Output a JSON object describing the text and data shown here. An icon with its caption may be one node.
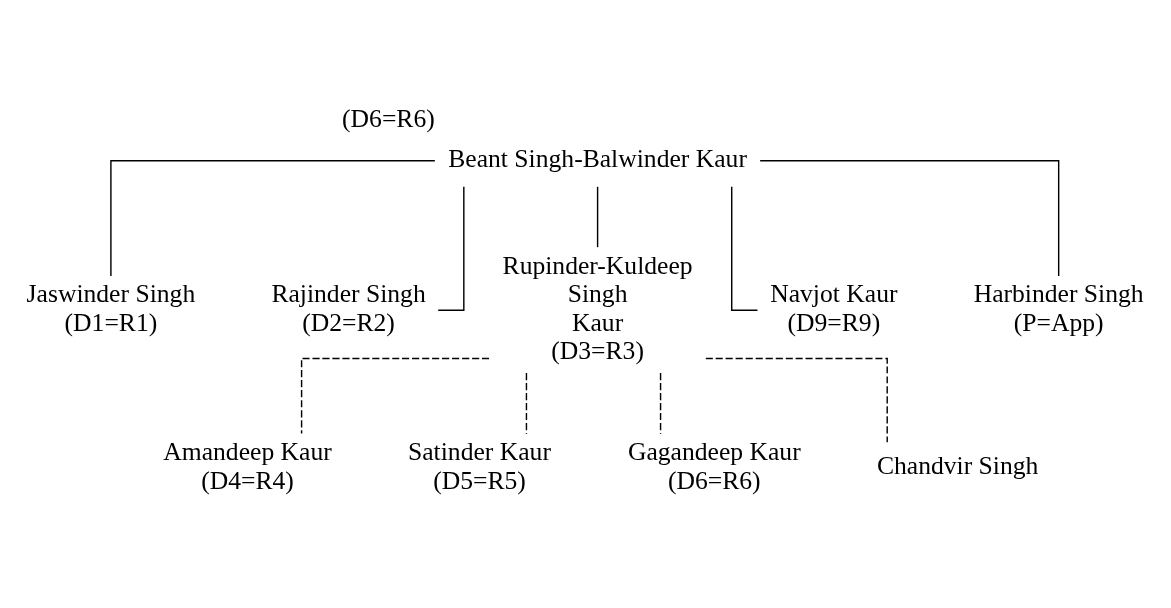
{
  "diagram": {
    "nodes": [
      {
        "text": [
          "Beant Singh-Balwinder Kaur"
        ],
        "beside": [
          "(D6=R6)"
        ]
      },
      {
        "text": [
          "Jaswinder Singh",
          "(D1=R1)"
        ]
      },
      {
        "text": [
          "Rajinder Singh",
          "(D2=R2)"
        ]
      },
      {
        "text": [
          "Rupinder-Kuldeep",
          "Singh",
          "Kaur",
          "(D3=R3)"
        ]
      },
      {
        "text": [
          "Navjot Kaur",
          "(D9=R9)"
        ]
      },
      {
        "text": [
          "Harbinder Singh",
          "(P=App)"
        ]
      },
      {
        "text": [
          "Amandeep Kaur",
          "(D4=R4)"
        ]
      },
      {
        "text": [
          "Satinder Kaur",
          "(D5=R5)"
        ]
      },
      {
        "text": [
          "Gagandeep Kaur",
          "(D6=R6)"
        ]
      },
      {
        "text": [
          "Chandvir Singh"
        ]
      }
    ],
    "edges": [
      {
        "from": 0,
        "to": 1,
        "arrow": "none"
      },
      {
        "from": 0,
        "to": 2,
        "arrow": "none"
      },
      {
        "from": 0,
        "to": 3,
        "arrow": "none"
      },
      {
        "from": 0,
        "to": 4,
        "arrow": "none"
      },
      {
        "from": 0,
        "to": 5,
        "arrow": "none"
      },
      {
        "from": 3,
        "to": 6,
        "arrow": "none",
        "style": "dashed"
      },
      {
        "from": 3,
        "to": 7,
        "arrow": "none",
        "style": "dashed"
      },
      {
        "from": 3,
        "to": 8,
        "arrow": "none",
        "style": "dashed"
      },
      {
        "from": 3,
        "to": 9,
        "arrow": "none",
        "style": "dashed"
      }
    ]
  }
}
